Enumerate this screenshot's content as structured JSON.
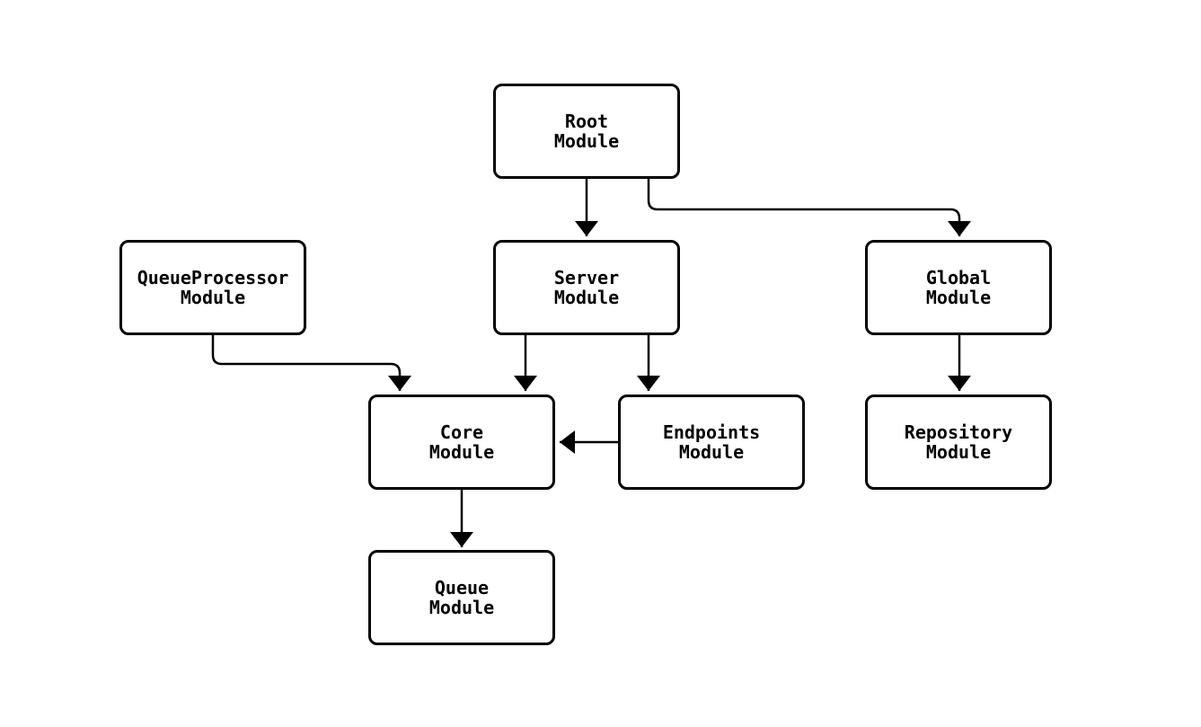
{
  "diagram": {
    "type": "flowchart",
    "direction": "top-down",
    "colors": {
      "background": "#ffffff",
      "node_fill": "#ffffff",
      "node_border": "#000000",
      "edge": "#000000",
      "text": "#000000"
    },
    "nodes": {
      "root": {
        "label": "Root\nModule"
      },
      "queue_processor": {
        "label": "QueueProcessor\nModule"
      },
      "server": {
        "label": "Server\nModule"
      },
      "global": {
        "label": "Global\nModule"
      },
      "core": {
        "label": "Core\nModule"
      },
      "endpoints": {
        "label": "Endpoints\nModule"
      },
      "repository": {
        "label": "Repository\nModule"
      },
      "queue": {
        "label": "Queue\nModule"
      }
    },
    "edges": [
      {
        "from": "Root Module",
        "to": "Server Module",
        "arrow": "filled-triangle"
      },
      {
        "from": "Root Module",
        "to": "Global Module",
        "arrow": "filled-triangle"
      },
      {
        "from": "QueueProcessor Module",
        "to": "Core Module",
        "arrow": "filled-triangle"
      },
      {
        "from": "Server Module",
        "to": "Core Module",
        "arrow": "filled-triangle"
      },
      {
        "from": "Server Module",
        "to": "Endpoints Module",
        "arrow": "filled-triangle"
      },
      {
        "from": "Endpoints Module",
        "to": "Core Module",
        "arrow": "filled-triangle"
      },
      {
        "from": "Global Module",
        "to": "Repository Module",
        "arrow": "filled-triangle"
      },
      {
        "from": "Core Module",
        "to": "Queue Module",
        "arrow": "filled-triangle"
      }
    ]
  }
}
